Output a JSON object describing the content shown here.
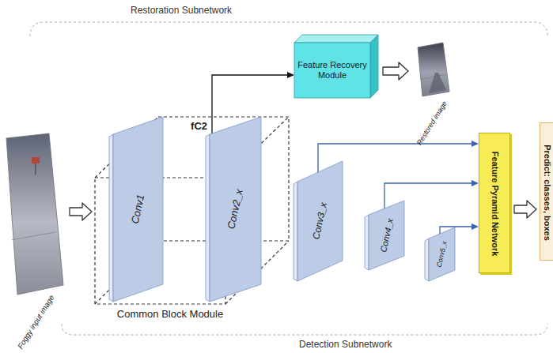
{
  "diagram": {
    "nodes": [
      {
        "text": [
          "Foggy input image"
        ]
      },
      {
        "text": [
          "Common Block Module"
        ]
      },
      {
        "text": [
          "Conv1"
        ],
        "in": 1
      },
      {
        "text": [
          "Conv2_x"
        ],
        "in": 1
      },
      {
        "text": [
          "Feature Recovery Module"
        ]
      },
      {
        "text": [
          "Restored image"
        ]
      },
      {
        "text": [
          "Conv3_x"
        ]
      },
      {
        "text": [
          "Conv4_x"
        ]
      },
      {
        "text": [
          "Conv5_x"
        ]
      },
      {
        "text": [
          "Feature Pyramid Network"
        ]
      },
      {
        "text": [
          "Predict: classes, boxes"
        ]
      }
    ],
    "edges": [
      {
        "from": 0,
        "to": 1,
        "arrow": "to"
      },
      {
        "from": 3,
        "to": 4,
        "arrow": "to",
        "label": "fC2"
      },
      {
        "from": 4,
        "to": 5,
        "arrow": "to"
      },
      {
        "from": 6,
        "to": 9,
        "arrow": "to"
      },
      {
        "from": 7,
        "to": 9,
        "arrow": "to"
      },
      {
        "from": 8,
        "to": 9,
        "arrow": "to"
      },
      {
        "from": 9,
        "to": 10,
        "arrow": "to"
      }
    ],
    "labels": [
      "Restoration Subnetwork",
      "Detection Subnetwork"
    ]
  }
}
